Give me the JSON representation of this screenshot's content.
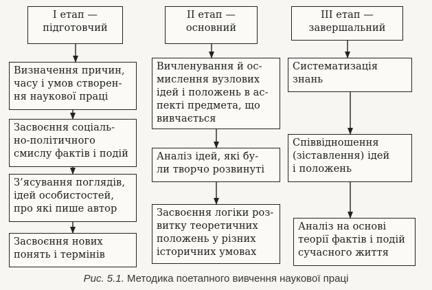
{
  "stages": [
    {
      "title": [
        "І етап —",
        "підготовчий"
      ],
      "steps": [
        [
          "Визначення причин,",
          "часу і умов створен-",
          "ня наукової праці"
        ],
        [
          "Засвоєння соціаль-",
          "но-політичного",
          "смислу фактів і подій"
        ],
        [
          "З’ясування поглядів,",
          "ідей особистостей,",
          "про які пише автор"
        ],
        [
          "Засвоєння нових",
          "понять і термінів"
        ]
      ]
    },
    {
      "title": [
        "ІІ етап —",
        "основний"
      ],
      "steps": [
        [
          "Вичленування й ос-",
          "мислення вузлових",
          "ідей і положень в ас-",
          "пекті предмета, що",
          "вивчається"
        ],
        [
          "Аналіз ідей, які бу-",
          "ли творчо розвинуті"
        ],
        [
          "Засвоєння логіки роз-",
          "витку теоретичних",
          "положень у різних",
          "історичних умовах"
        ]
      ]
    },
    {
      "title": [
        "ІІІ етап —",
        "завершальний"
      ],
      "steps": [
        [
          "Систематизація",
          "знань"
        ],
        [
          "Співвідношення",
          "(зіставлення) ідей",
          "і положень"
        ],
        [
          "Аналіз на основі",
          "теорії фактів і подій",
          "сучасного життя"
        ]
      ]
    }
  ],
  "caption": {
    "label": "Рис. 5.1.",
    "text": "Методика поетапного вивчення наукової праці"
  }
}
